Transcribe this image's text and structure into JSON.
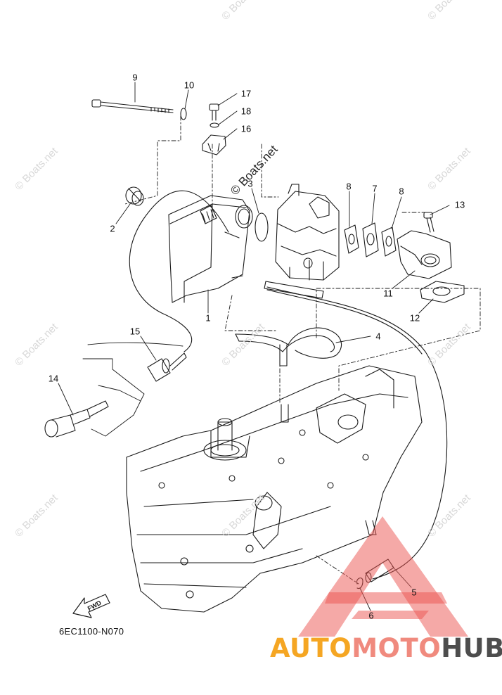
{
  "watermark": {
    "text": "© Boats.net",
    "colors": {
      "light": "#d8d8d8",
      "dark": "#222222"
    }
  },
  "callouts": [
    "1",
    "2",
    "3",
    "4",
    "5",
    "6",
    "7",
    "8",
    "8",
    "9",
    "10",
    "11",
    "12",
    "13",
    "14",
    "15",
    "16",
    "17",
    "18"
  ],
  "diagram_code": "6EC1100-N070",
  "fwd_label": "FWD",
  "brand": {
    "part1": "AUTO",
    "part2": "MOTO",
    "part3": "HUB",
    "colors": {
      "part1": "#f5a623",
      "part2": "#f08a7e",
      "part3": "#4d4d4d",
      "logo": "#ec5350"
    }
  }
}
